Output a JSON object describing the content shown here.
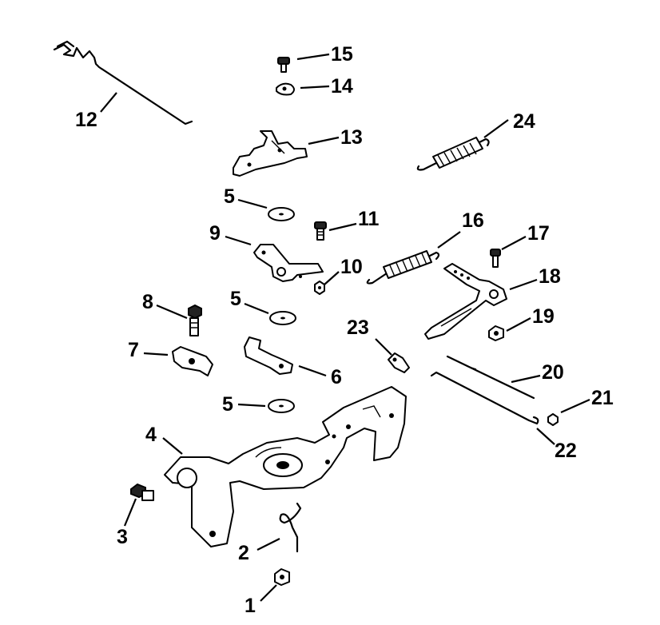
{
  "diagram": {
    "callouts": [
      "1",
      "2",
      "3",
      "4",
      "5",
      "5",
      "5",
      "6",
      "7",
      "8",
      "9",
      "10",
      "11",
      "12",
      "13",
      "14",
      "15",
      "16",
      "17",
      "18",
      "19",
      "20",
      "21",
      "22",
      "23",
      "24"
    ]
  }
}
